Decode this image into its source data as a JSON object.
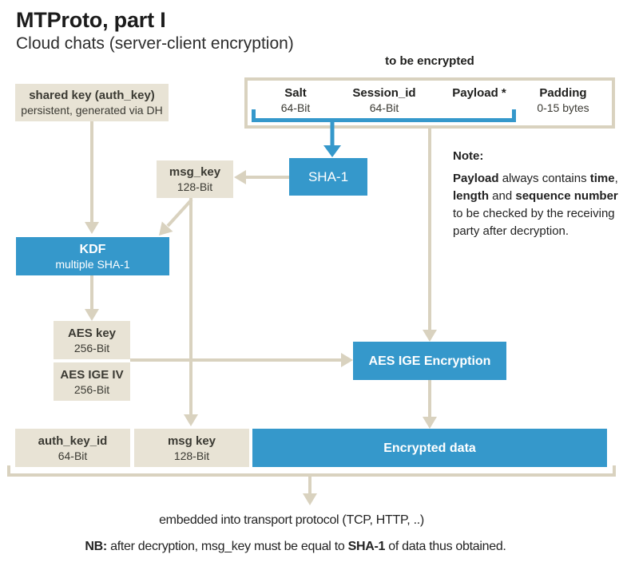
{
  "page": {
    "title": "MTProto, part I",
    "subtitle": "Cloud chats (server-client encryption)"
  },
  "colors": {
    "blue": "#3598cb",
    "beige_fill": "#e8e3d5",
    "beige_line": "#d9d2bf",
    "box_text": "#3b3a33",
    "title_text": "#1b1b1b"
  },
  "to_be_encrypted": {
    "label": "to be encrypted",
    "fields": [
      {
        "name": "Salt",
        "size": "64-Bit"
      },
      {
        "name": "Session_id",
        "size": "64-Bit"
      },
      {
        "name": "Payload *",
        "size": ""
      },
      {
        "name": "Padding",
        "size": "0-15 bytes"
      }
    ]
  },
  "nodes": {
    "shared_key": {
      "label": "shared key (auth_key)",
      "sub": "persistent, generated via DH"
    },
    "sha1": {
      "label": "SHA-1"
    },
    "msg_key_top": {
      "label": "msg_key",
      "sub": "128-Bit"
    },
    "kdf": {
      "label": "KDF",
      "sub": "multiple SHA-1"
    },
    "aes_key": {
      "label": "AES key",
      "sub": "256-Bit"
    },
    "aes_ige_iv": {
      "label": "AES IGE IV",
      "sub": "256-Bit"
    },
    "aes_ige_encryption": {
      "label": "AES IGE Encryption"
    },
    "auth_key_id": {
      "label": "auth_key_id",
      "sub": "64-Bit"
    },
    "msg_key_bottom": {
      "label": "msg key",
      "sub": "128-Bit"
    },
    "encrypted_data": {
      "label": "Encrypted data"
    }
  },
  "note": {
    "heading": "Note:",
    "lines": [
      [
        {
          "t": "Payload",
          "b": true
        },
        {
          "t": " always contains ",
          "b": false
        },
        {
          "t": "time",
          "b": true
        },
        {
          "t": ",",
          "b": false
        }
      ],
      [
        {
          "t": "length",
          "b": true
        },
        {
          "t": " and ",
          "b": false
        },
        {
          "t": "sequence number",
          "b": true
        }
      ],
      [
        {
          "t": "to be checked by the receiving",
          "b": false
        }
      ],
      [
        {
          "t": "party after decryption.",
          "b": false
        }
      ]
    ]
  },
  "footer": {
    "transport": "embedded into transport protocol (TCP, HTTP, ..)",
    "nb": [
      {
        "t": "NB:",
        "b": true
      },
      {
        "t": " after decryption, msg_key must be equal to ",
        "b": false
      },
      {
        "t": "SHA-1",
        "b": true
      },
      {
        "t": " of data thus obtained.",
        "b": false
      }
    ]
  },
  "edges": [
    {
      "from": "Salt+Session_id+Payload",
      "to": "SHA-1"
    },
    {
      "from": "SHA-1",
      "to": "msg_key"
    },
    {
      "from": "msg_key",
      "to": "KDF"
    },
    {
      "from": "shared key (auth_key)",
      "to": "KDF"
    },
    {
      "from": "msg_key",
      "to": "msg key"
    },
    {
      "from": "KDF",
      "to": "AES key / AES IGE IV"
    },
    {
      "from": "AES key / AES IGE IV",
      "to": "AES IGE Encryption"
    },
    {
      "from": "to be encrypted",
      "to": "AES IGE Encryption"
    },
    {
      "from": "AES IGE Encryption",
      "to": "Encrypted data"
    },
    {
      "from": "auth_key_id + msg key + Encrypted data",
      "to": "transport protocol"
    }
  ]
}
